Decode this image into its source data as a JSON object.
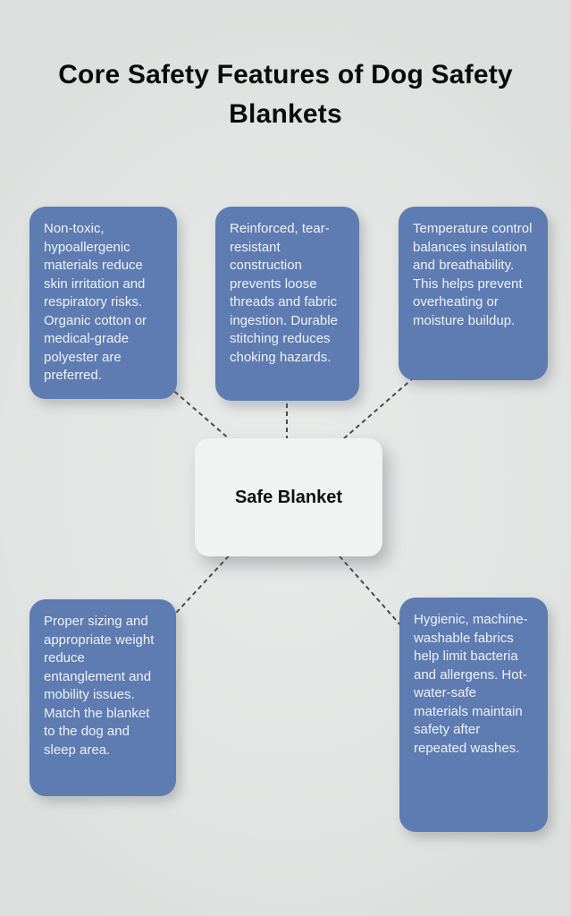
{
  "title": "Core Safety Features of Dog Safety Blankets",
  "center_node": {
    "label": "Safe Blanket"
  },
  "nodes": [
    {
      "id": "materials",
      "position": "top-left",
      "text": "Non-toxic, hypoallergenic materials reduce skin irritation and respiratory risks. Organic cotton or medical-grade polyester are preferred."
    },
    {
      "id": "construction",
      "position": "top-center",
      "text": "Reinforced, tear-resistant construction prevents loose threads and fabric ingestion. Durable stitching reduces choking hazards."
    },
    {
      "id": "temperature",
      "position": "top-right",
      "text": "Temperature control balances insulation and breathability. This helps prevent overheating or moisture buildup."
    },
    {
      "id": "sizing",
      "position": "bottom-left",
      "text": "Proper sizing and appropriate weight reduce entanglement and mobility issues. Match the blanket to the dog and sleep area."
    },
    {
      "id": "hygiene",
      "position": "bottom-right",
      "text": "Hygienic, machine-washable fabrics help limit bacteria and allergens. Hot-water-safe materials maintain safety after repeated washes."
    }
  ],
  "colors": {
    "background": "#e1e4e2",
    "accent": "#5e7cb1",
    "node_text": "#eef2f7",
    "title_text": "#0b0b0b",
    "center_bg": "#f1f2f2",
    "center_text": "#111111",
    "connector": "#4a4a4a"
  }
}
